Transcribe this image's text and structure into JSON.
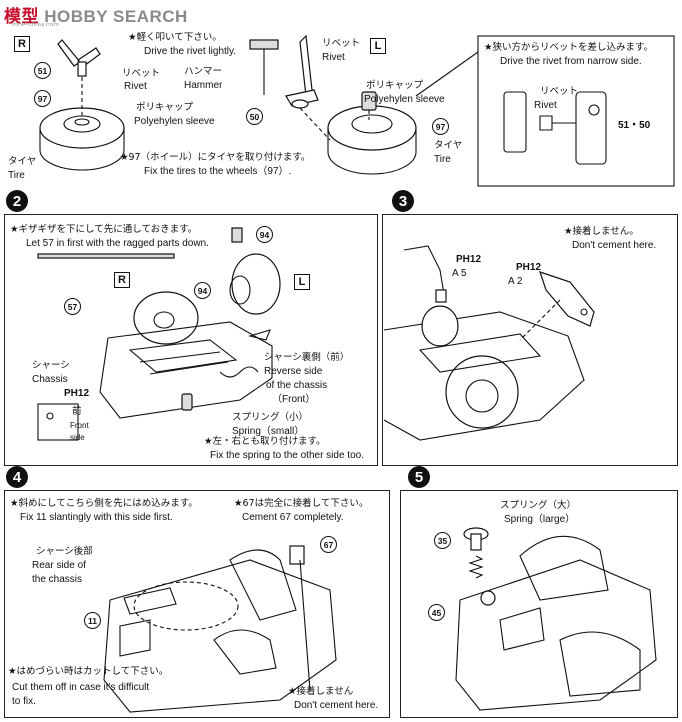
{
  "watermark": {
    "brand_red": "模型",
    "brand": "HOBBY SEARCH",
    "site": "moe-show.com"
  },
  "step1": {
    "left_box": "R",
    "right_box": "L",
    "lightly_jp": "★軽く叩いて下さい。",
    "lightly_en": "Drive the rivet lightly.",
    "hammer_jp": "ハンマー",
    "hammer_en": "Hammer",
    "rivet_jp": "リベット",
    "rivet_en": "Rivet",
    "rivet2_jp": "リベット",
    "rivet2_en": "Rivet",
    "poly_jp": "ポリキャップ",
    "poly_en": "Polyehylen sleeve",
    "poly2_jp": "ポリキャップ",
    "poly2_en": "Polyehylen sleeve",
    "tire_jp": "タイヤ",
    "tire_en": "Tire",
    "tire2_jp": "タイヤ",
    "tire2_en": "Tire",
    "fix_jp": "★97（ホイール）にタイヤを取り付けます。",
    "fix_en": "Fix the tires to the wheels（97）.",
    "narrow_jp": "★狭い方からリベットを差し込みます。",
    "narrow_en": "Drive the rivet from narrow side.",
    "rivet3_jp": "リベット",
    "rivet3_en": "Rivet",
    "part51": "51",
    "part97": "97",
    "part50": "50",
    "part97b": "97",
    "part5150": "51・50"
  },
  "step2": {
    "num": "2",
    "ragged_jp": "★ギザギザを下にして先に通しておきます。",
    "ragged_en": "Let 57 in first with the ragged parts down.",
    "part57": "57",
    "part94a": "94",
    "part94b": "94",
    "box_r": "R",
    "box_l": "L",
    "chassis_jp": "シャーシ",
    "chassis_en": "Chassis",
    "ph": "PH12",
    "front_jp": "前",
    "front_en": "Front side",
    "reverse_jp": "シャーシ裏側（前）",
    "reverse_en1": "Reverse side",
    "reverse_en2": "of the chassis",
    "reverse_en3": "（Front）",
    "spring_jp": "スプリング（小）",
    "spring_en": "Spring（small）",
    "other_jp": "★左・右とも取り付けます。",
    "other_en": "Fix the spring to the other side too."
  },
  "step3": {
    "num": "3",
    "nocement_jp": "★接着しません。",
    "nocement_en": "Don't cement here.",
    "ph_a": "PH12",
    "a5": "A 5",
    "ph_b": "PH12",
    "a2": "A 2"
  },
  "step4": {
    "num": "4",
    "slant_jp": "★斜めにしてこちら側を先にはめ込みます。",
    "slant_en": "Fix 11 slantingly with this  side first.",
    "cement_jp": "★67は完全に接着して下さい。",
    "cement_en": "Cement 67 completely.",
    "part67": "67",
    "part11": "11",
    "rear_jp": "シャーシ後部",
    "rear_en1": "Rear side of",
    "rear_en2": "the chassis",
    "cut_jp": "★はめづらい時はカットして下さい。",
    "cut_en1": "Cut them off in case it's difficult",
    "cut_en2": "to fix.",
    "nocement_jp": "★接着しません",
    "nocement_en": "Don't cement here."
  },
  "step5": {
    "num": "5",
    "spring_jp": "スプリング（大）",
    "spring_en": "Spring（large）",
    "part35": "35",
    "part45": "45"
  }
}
